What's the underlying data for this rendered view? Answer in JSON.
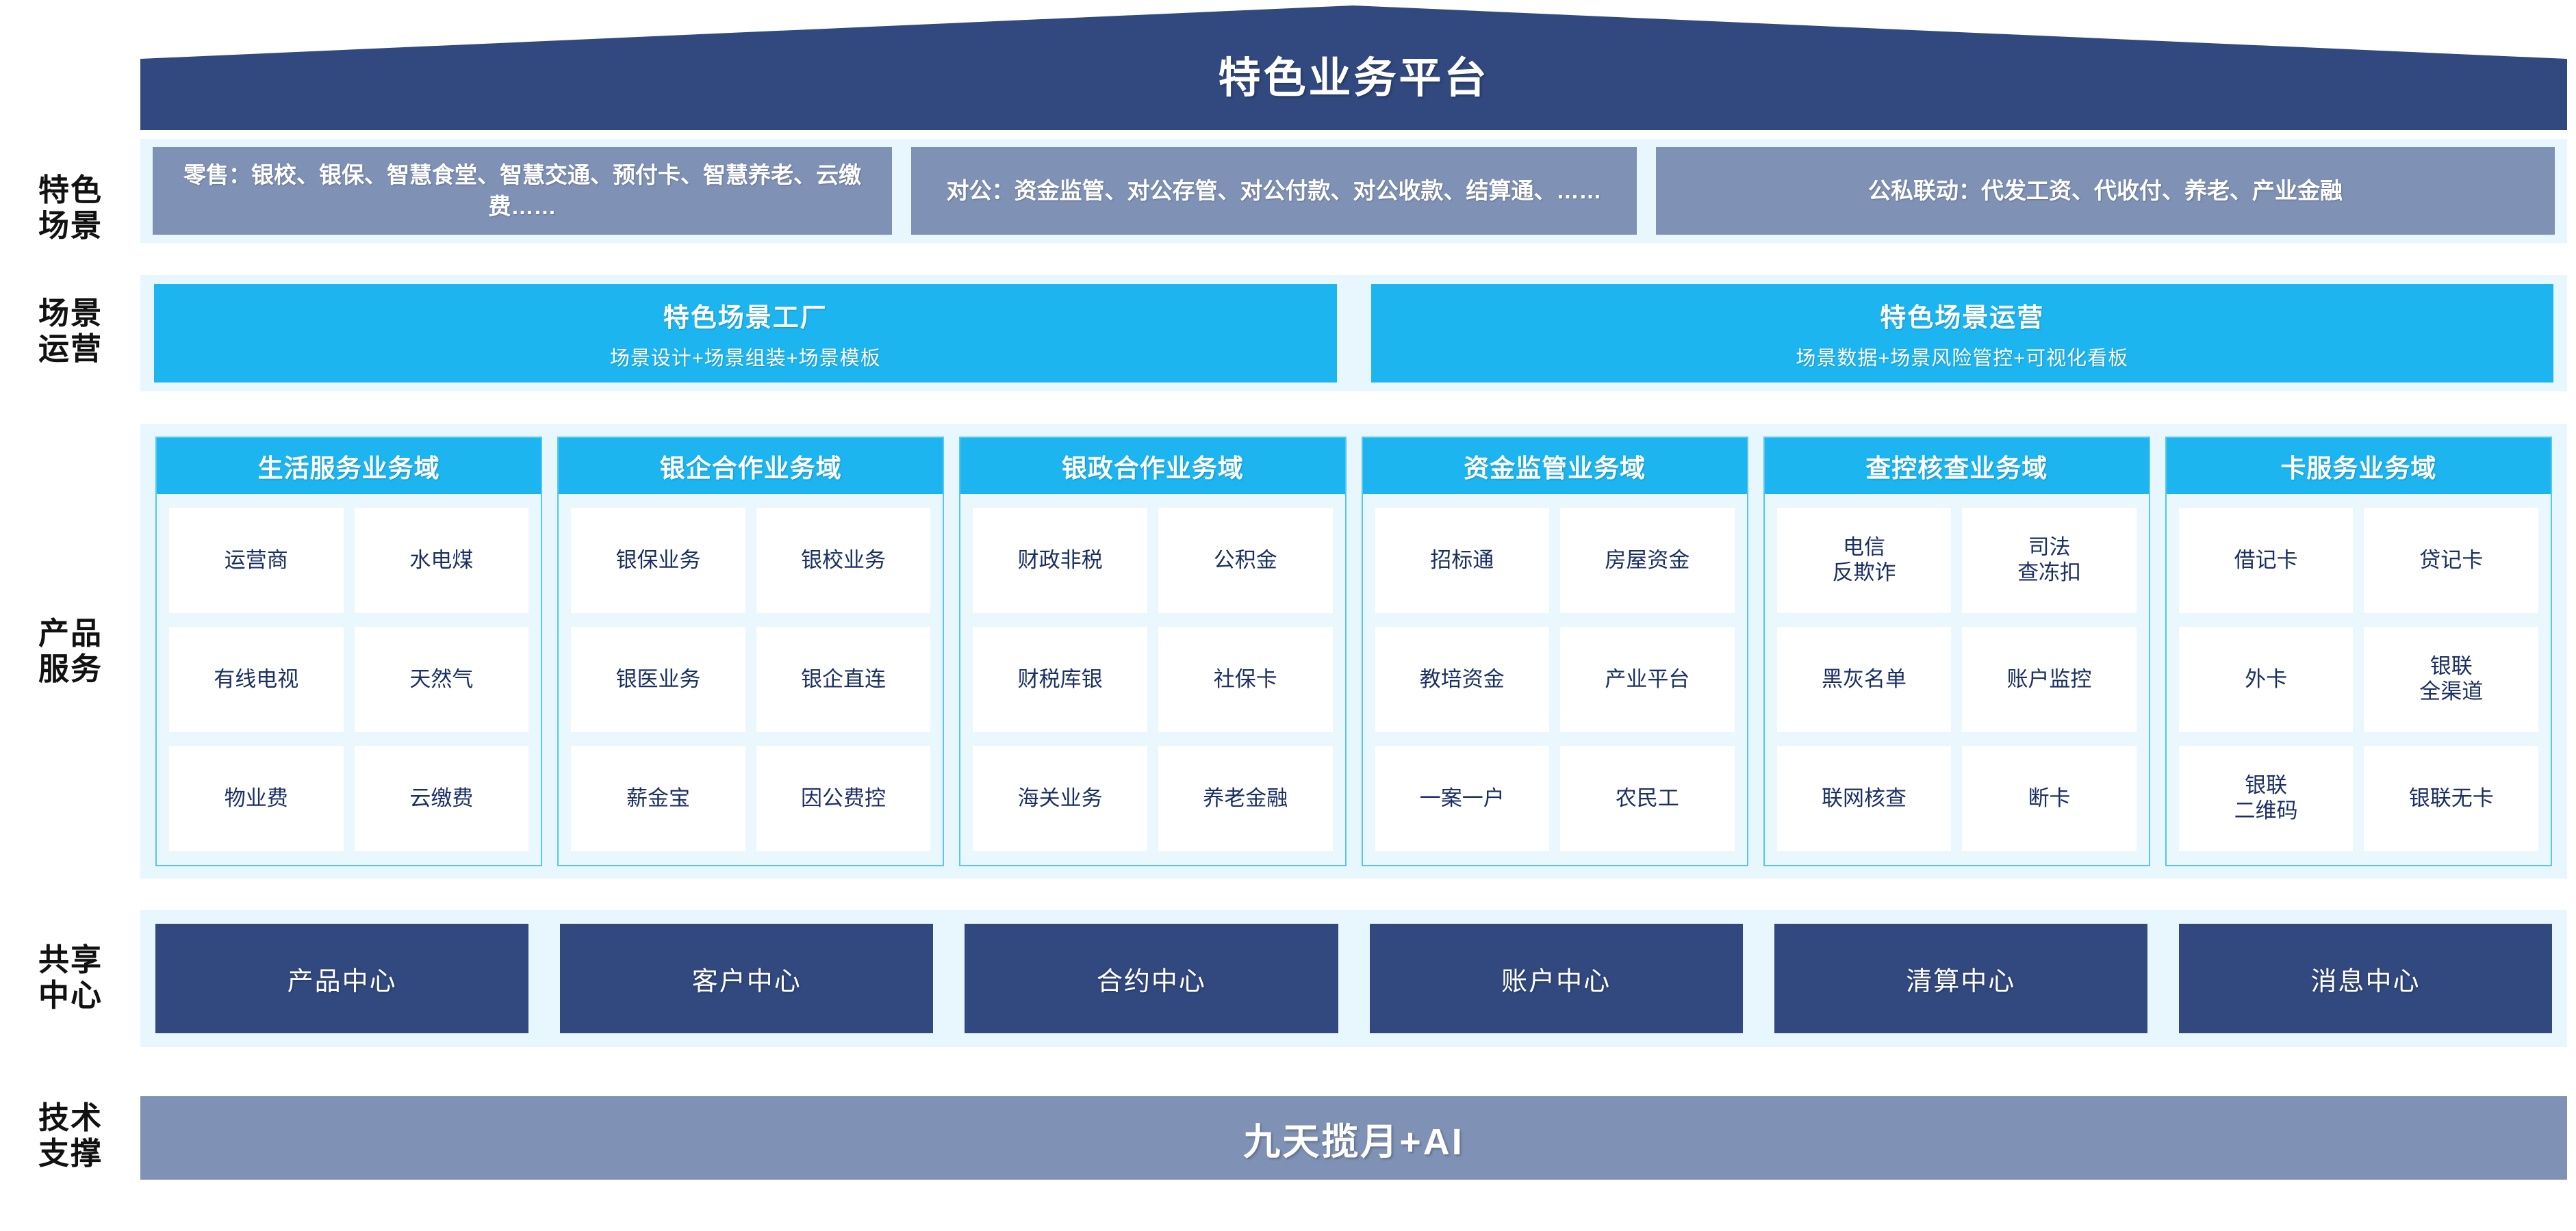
{
  "header": {
    "title": "特色业务平台",
    "roof_color": "#32497f"
  },
  "row_labels": {
    "scene": "特色\n场景",
    "operation": "场景\n运营",
    "product": "产品\n服务",
    "shared": "共享\n中心",
    "tech": "技术\n支撑"
  },
  "scene_row": {
    "boxes": [
      {
        "text": "零售：银校、银保、智慧食堂、智慧交通、预付卡、智慧养老、云缴费……"
      },
      {
        "text": "对公：资金监管、对公存管、对公付款、对公收款、结算通、……"
      },
      {
        "text": "公私联动：代发工资、代收付、养老、产业金融"
      }
    ],
    "box_color": "#7f91b4"
  },
  "operation_row": {
    "boxes": [
      {
        "title": "特色场景工厂",
        "subtitle": "场景设计+场景组装+场景模板"
      },
      {
        "title": "特色场景运营",
        "subtitle": "场景数据+场景风险管控+可视化看板"
      }
    ],
    "box_color": "#1db5f0"
  },
  "product_row": {
    "accent_color": "#1db5f0",
    "columns": [
      {
        "title": "生活服务业务域",
        "items": [
          "运营商",
          "水电煤",
          "有线电视",
          "天然气",
          "物业费",
          "云缴费"
        ]
      },
      {
        "title": "银企合作业务域",
        "items": [
          "银保业务",
          "银校业务",
          "银医业务",
          "银企直连",
          "薪金宝",
          "因公费控"
        ]
      },
      {
        "title": "银政合作业务域",
        "items": [
          "财政非税",
          "公积金",
          "财税库银",
          "社保卡",
          "海关业务",
          "养老金融"
        ]
      },
      {
        "title": "资金监管业务域",
        "items": [
          "招标通",
          "房屋资金",
          "教培资金",
          "产业平台",
          "一案一户",
          "农民工"
        ]
      },
      {
        "title": "查控核查业务域",
        "items": [
          "电信\n反欺诈",
          "司法\n查冻扣",
          "黑灰名单",
          "账户监控",
          "联网核查",
          "断卡"
        ]
      },
      {
        "title": "卡服务业务域",
        "items": [
          "借记卡",
          "贷记卡",
          "外卡",
          "银联\n全渠道",
          "银联\n二维码",
          "银联无卡"
        ]
      }
    ]
  },
  "shared_row": {
    "boxes": [
      "产品中心",
      "客户中心",
      "合约中心",
      "账户中心",
      "清算中心",
      "消息中心"
    ],
    "box_color": "#32497f"
  },
  "tech_row": {
    "title": "九天揽月+AI",
    "bar_color": "#7f91b4"
  }
}
